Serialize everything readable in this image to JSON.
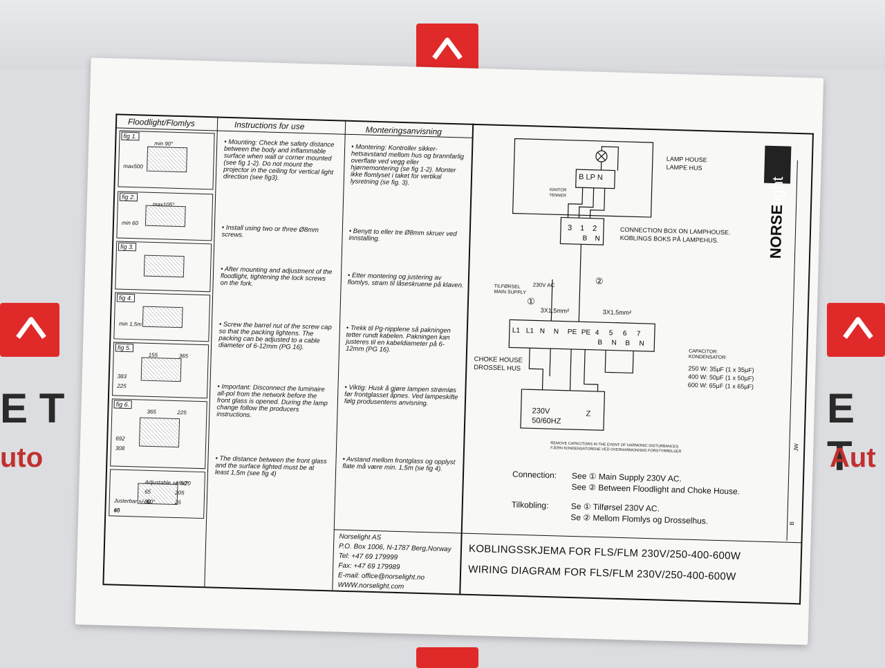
{
  "background": {
    "brand_color": "#e02a2a",
    "watermark_left_letters": "E T",
    "watermark_left_sub": "uto",
    "watermark_right_letters": "E T",
    "watermark_right_sub": "Aut"
  },
  "sheet": {
    "table_headers": [
      "Floodlight/Flomlys",
      "Instructions for use",
      "Monteringsanvisning"
    ],
    "figures": [
      {
        "label": "fig 1.",
        "dims": [
          "max500",
          "min 90°"
        ]
      },
      {
        "label": "fig 2.",
        "dims": [
          "min 60",
          "max105°"
        ]
      },
      {
        "label": "fig 3.",
        "dims": []
      },
      {
        "label": "fig 4.",
        "dims": [
          "min 1,5m"
        ]
      },
      {
        "label": "fig 5.",
        "dims": [
          "383",
          "155",
          "365",
          "225"
        ]
      },
      {
        "label": "fig 6.",
        "dims": [
          "692",
          "365",
          "225",
          "308"
        ]
      },
      {
        "label": "",
        "dims": [
          "Justerbar +/- 60°",
          "Adjustable +/- 60°",
          "ø9x20",
          "65",
          "65",
          "205",
          "40",
          "80",
          "25"
        ]
      }
    ],
    "instructions": [
      "• Mounting: Check the safety distance between the body and inflammable surface when wall or corner mounted (see fig 1-2). Do not mount the projector in the ceiling for vertical light direction (see fig3).",
      "• Install using two or three Ø8mm screws.",
      "• After mounting and adjustment of the floodlight, tightening the lock screws on the fork.",
      "• Screw the barrel nut of the screw cap so that the packing lightens. The packing can be adjusted to a cable diameter of 6-12mm (PG 16).",
      "• Important: Disconnect the luminaire all-pol from the network before the front glass is opened. During the lamp change follow the producers instructions.",
      "• The distance between the front glass and the surface lighted must be at least 1,5m (see fig 4)"
    ],
    "monteringsanvisning": [
      "• Montering: Kontroller sikker-hetsavstand mellom hus og brannfarlig overflate ved vegg eller hjørnemontering (se fig 1-2). Monter ikke flomlyset i taket for vertikal lysretning (se fig. 3).",
      "• Benytt to eller tre Ø8mm skruer ved innstalling.",
      "• Etter montering og justering av flomlys, stram til låseskruene på klaven.",
      "• Trekk til Pg-nipplene så pakningen tetter rundt kabelen. Pakningen kan justeres til en kabeldiameter på 6-12mm (PG 16).",
      "• Viktig: Husk å gjøre lampen strømløs før frontglasset åpnes. Ved lampeskifte følg produsentens anvisning.",
      "• Avstand mellom frontglass og opplyst flate må være min. 1,5m (se fig 4)."
    ],
    "company": {
      "name": "Norselight AS",
      "address": "P.O. Box 1006, N-1787 Berg,Norway",
      "tel": "Tel: +47 69 179999",
      "fax": "Fax: +47 69 179989",
      "email": "E-mail: office@norselight.no",
      "web": "WWW.norselight.com"
    },
    "brand": {
      "bold": "NORSE",
      "light": "light"
    },
    "wiring": {
      "lamp_house": "LAMP HOUSE",
      "lampe_hus": "LAMPE HUS",
      "ignitor": "IGNITOR",
      "tenner": "TENNER",
      "lamp_terms": "B LP N",
      "conn_box_terms": [
        "3",
        "1",
        "2"
      ],
      "conn_box_terms_sub": [
        "",
        "B",
        "N"
      ],
      "conn_box": "CONNECTION BOX ON LAMPHOUSE.",
      "koblings_boks": "KOBLINGS BOKS PÅ LAMPEHUS.",
      "tilforsel": "TILFØRSEL",
      "main_supply": "MAIN SUPPLY",
      "v230ac": "230V AC",
      "circle1": "①",
      "circle2": "②",
      "cable1": "3X1,5mm²",
      "cable2": "3X1,5mm²",
      "choke_terms": [
        "L1",
        "L1",
        "N",
        "N",
        "PE",
        "PE",
        "4",
        "5",
        "6",
        "7"
      ],
      "choke_terms_sub": [
        "",
        "",
        "",
        "",
        "",
        "",
        "B",
        "N",
        "B",
        "N"
      ],
      "choke_house": "CHOKE HOUSE",
      "drossel_hus": "DROSSEL HUS",
      "ballast_v": "230V",
      "ballast_hz": "50/60HZ",
      "ballast_z": "Z",
      "capacitor": "CAPACITOR:",
      "kondensator": "KONDENSATOR:",
      "cap_rows": [
        "250 W: 35µF (1 x 35µF)",
        "400 W: 50µF (1 x 50µF)",
        "600 W: 65µF (1 x 65µF)"
      ],
      "remove_en": "REMOVE CAPACITORS IN THE EVENT OF HARMONIC DISTURBANCES",
      "remove_no": "FJERN KONDENSATORENE VED OVERHARMONISKE FORSTYRRELSER",
      "conn_label": "Connection:",
      "conn_line1": "See ① Main Supply 230V AC.",
      "conn_line2": "See ② Between Floodlight and Choke House.",
      "tilk_label": "Tilkobling:",
      "tilk_line1": "Se ① Tilførsel 230V AC.",
      "tilk_line2": "Se ② Mellom Flomlys og Drosselhus.",
      "side_mark_a": "JW",
      "side_mark_b": "B"
    },
    "titles": {
      "no": "KOBLINGSSKJEMA FOR FLS/FLM 230V/250-400-600W",
      "en": "WIRING DIAGRAM FOR FLS/FLM 230V/250-400-600W"
    }
  }
}
